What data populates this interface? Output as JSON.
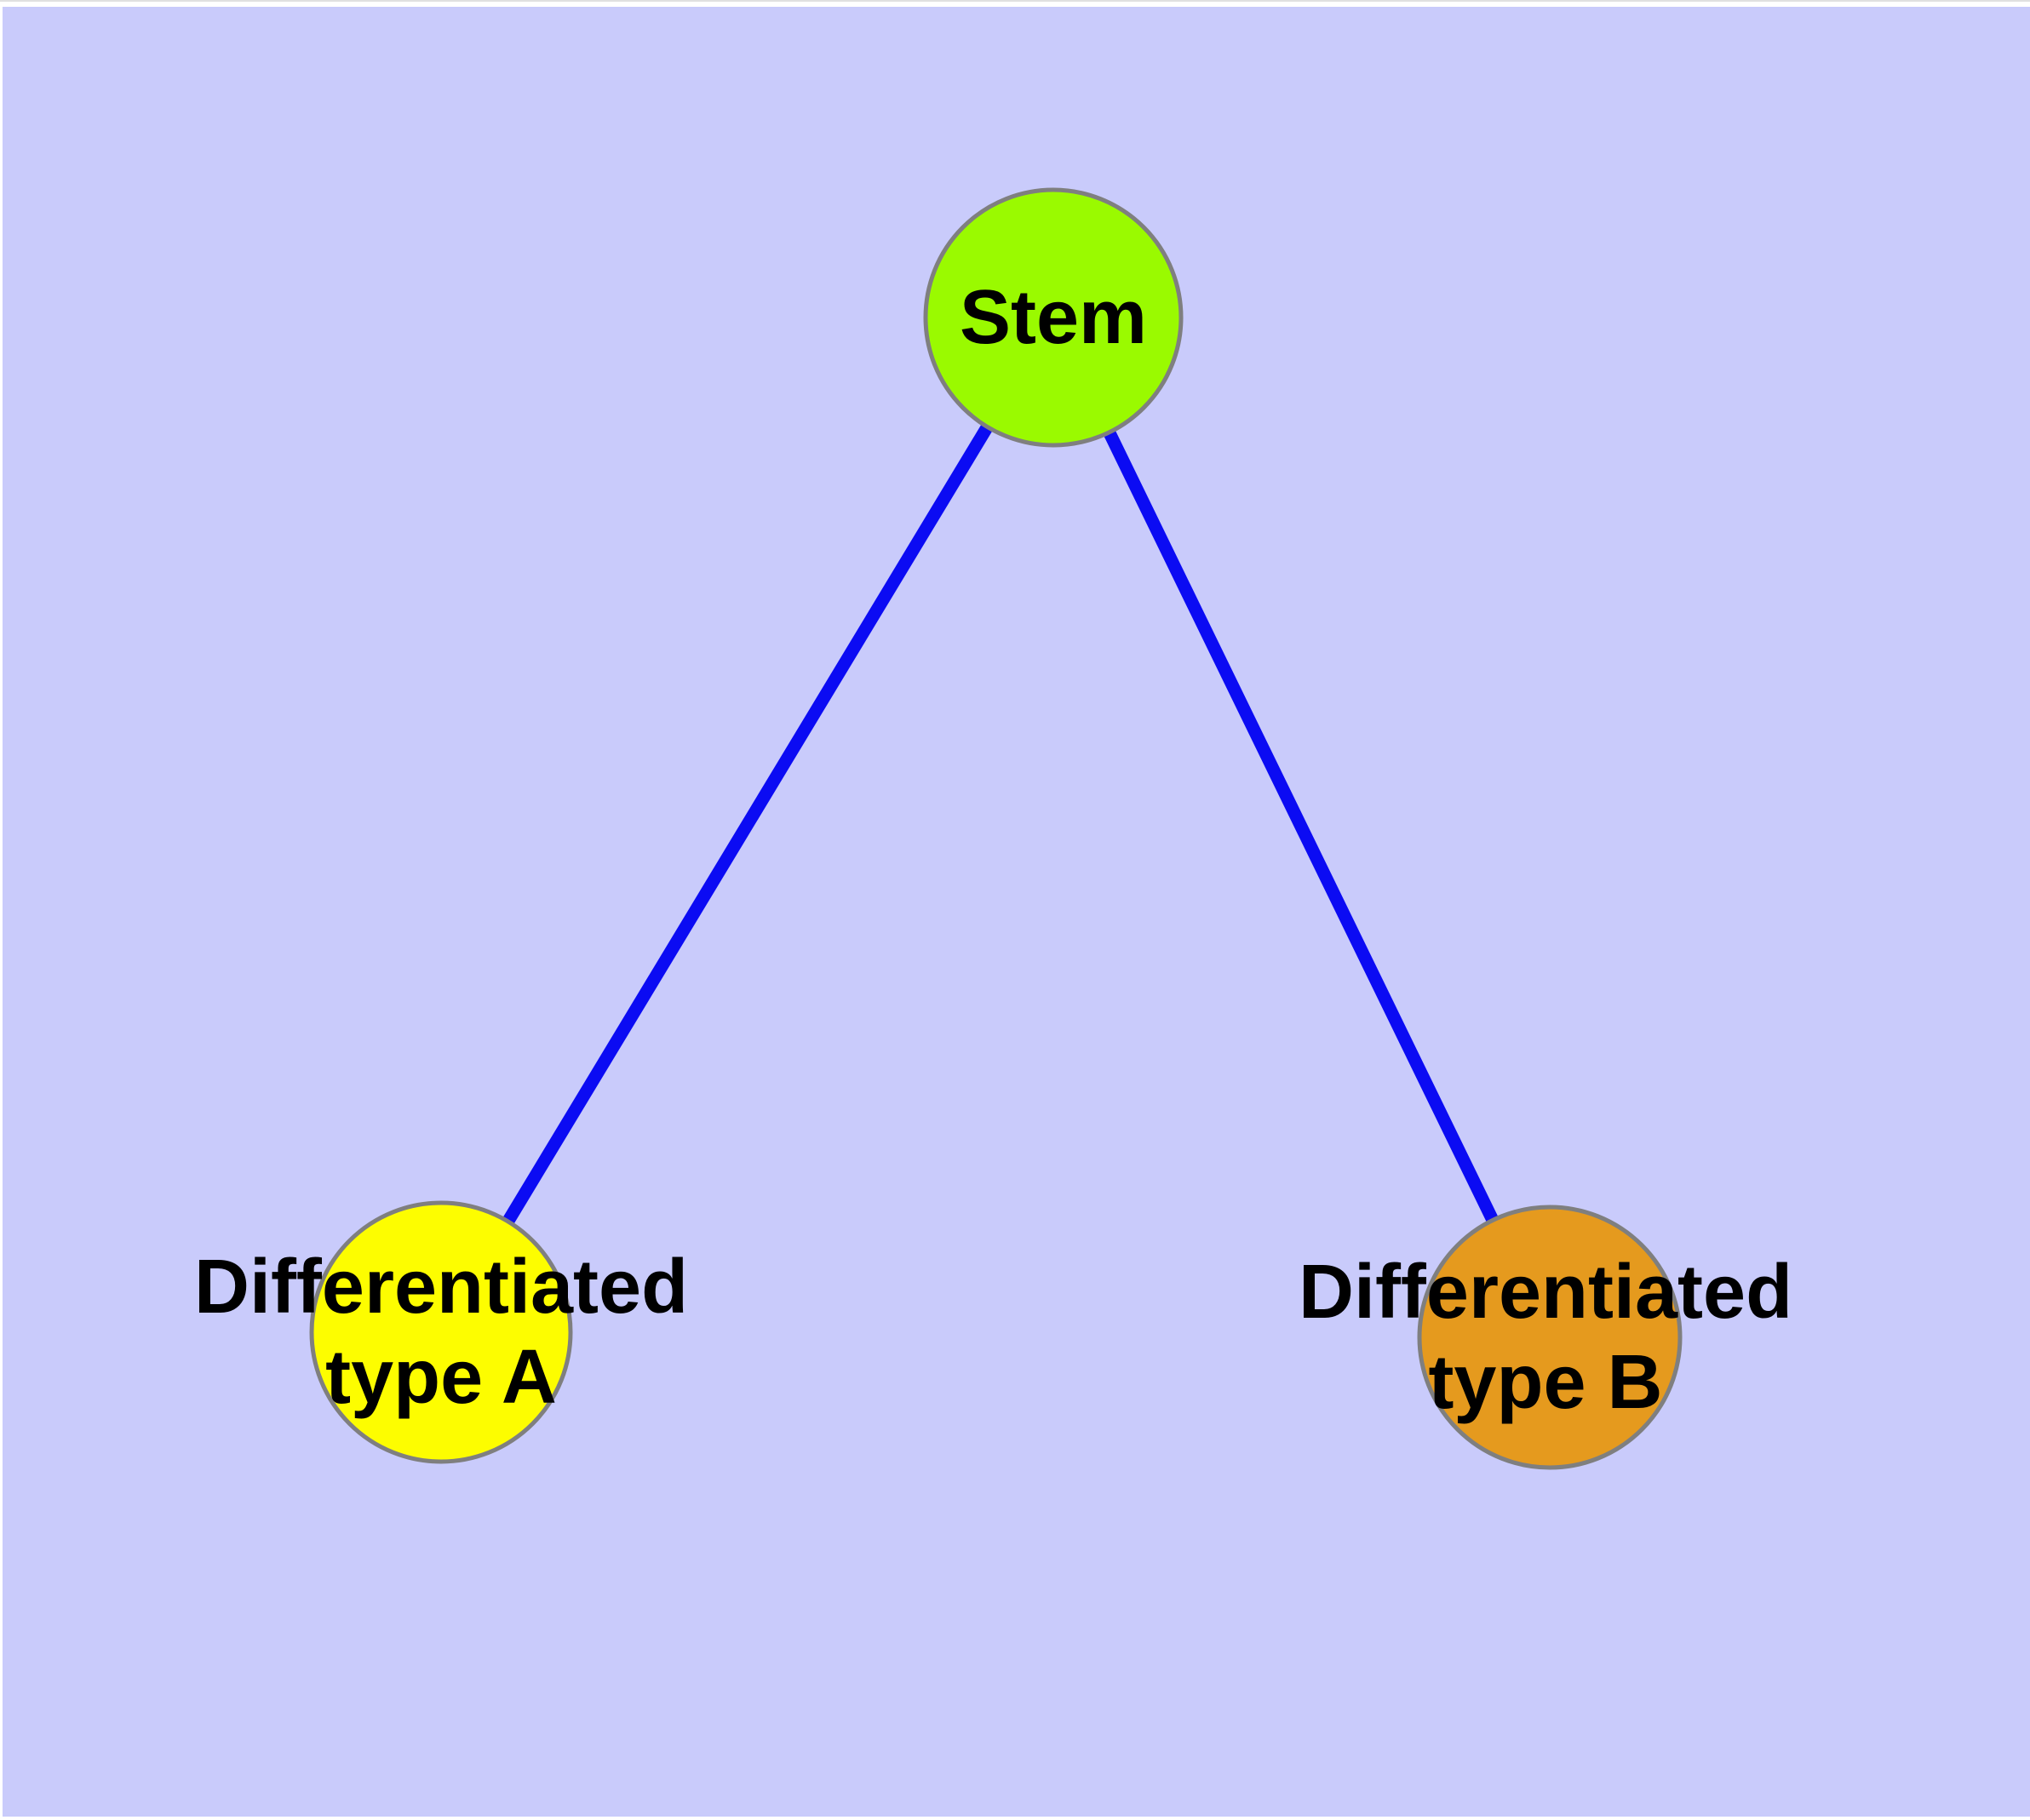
{
  "diagram": {
    "page_background": "#ffffff",
    "background_color": "#c9cbfb",
    "top_hairline_color": "#e0e0e0",
    "edge_color": "#0b0bf3",
    "node_border_color": "#7f7f7f",
    "text_color": "#000000",
    "nodes": [
      {
        "id": "stem",
        "label": "Stem",
        "label_lines": [
          "Stem"
        ],
        "fill": "#9afa00"
      },
      {
        "id": "differentiated-type-a",
        "label": "Differentiated type A",
        "label_lines": [
          "Differentiated",
          "type A"
        ],
        "fill": "#fdfd00"
      },
      {
        "id": "differentiated-type-b",
        "label": "Differentiated type B",
        "label_lines": [
          "Differentiated",
          "type B"
        ],
        "fill": "#e59a1e"
      }
    ],
    "edges": [
      {
        "from": "Stem",
        "to": "Differentiated type A"
      },
      {
        "from": "Stem",
        "to": "Differentiated type B"
      }
    ]
  }
}
